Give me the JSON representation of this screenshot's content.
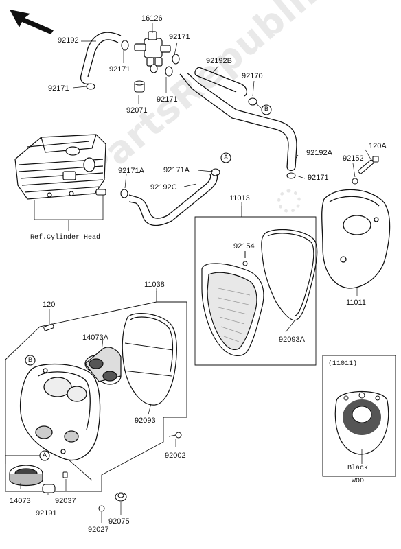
{
  "watermark": {
    "text": "PartsRepublik"
  },
  "labels": {
    "p16126": "16126",
    "p92192": "92192",
    "p92171_a": "92171",
    "p92171_b": "92171",
    "p92171_c": "92171",
    "p92171_d": "92171",
    "p92171_e": "92171",
    "p92192B": "92192B",
    "p92170": "92170",
    "p92071": "92071",
    "p92192A": "92192A",
    "p120A": "120A",
    "p92152": "92152",
    "p92171A_1": "92171A",
    "p92171A_2": "92171A",
    "p92192C": "92192C",
    "p11013": "11013",
    "ref_cyl": "Ref.Cylinder Head",
    "p92154": "92154",
    "p11011": "11011",
    "p11038": "11038",
    "p120": "120",
    "p14073A": "14073A",
    "p92093A": "92093A",
    "p92093": "92093",
    "p92002": "92002",
    "p14073": "14073",
    "p92037": "92037",
    "p92191": "92191",
    "p92075": "92075",
    "p92027": "92027",
    "inset_title": "(11011)",
    "inset_black": "Black",
    "inset_wod": "WOD",
    "callout_A": "A",
    "callout_B": "B"
  }
}
